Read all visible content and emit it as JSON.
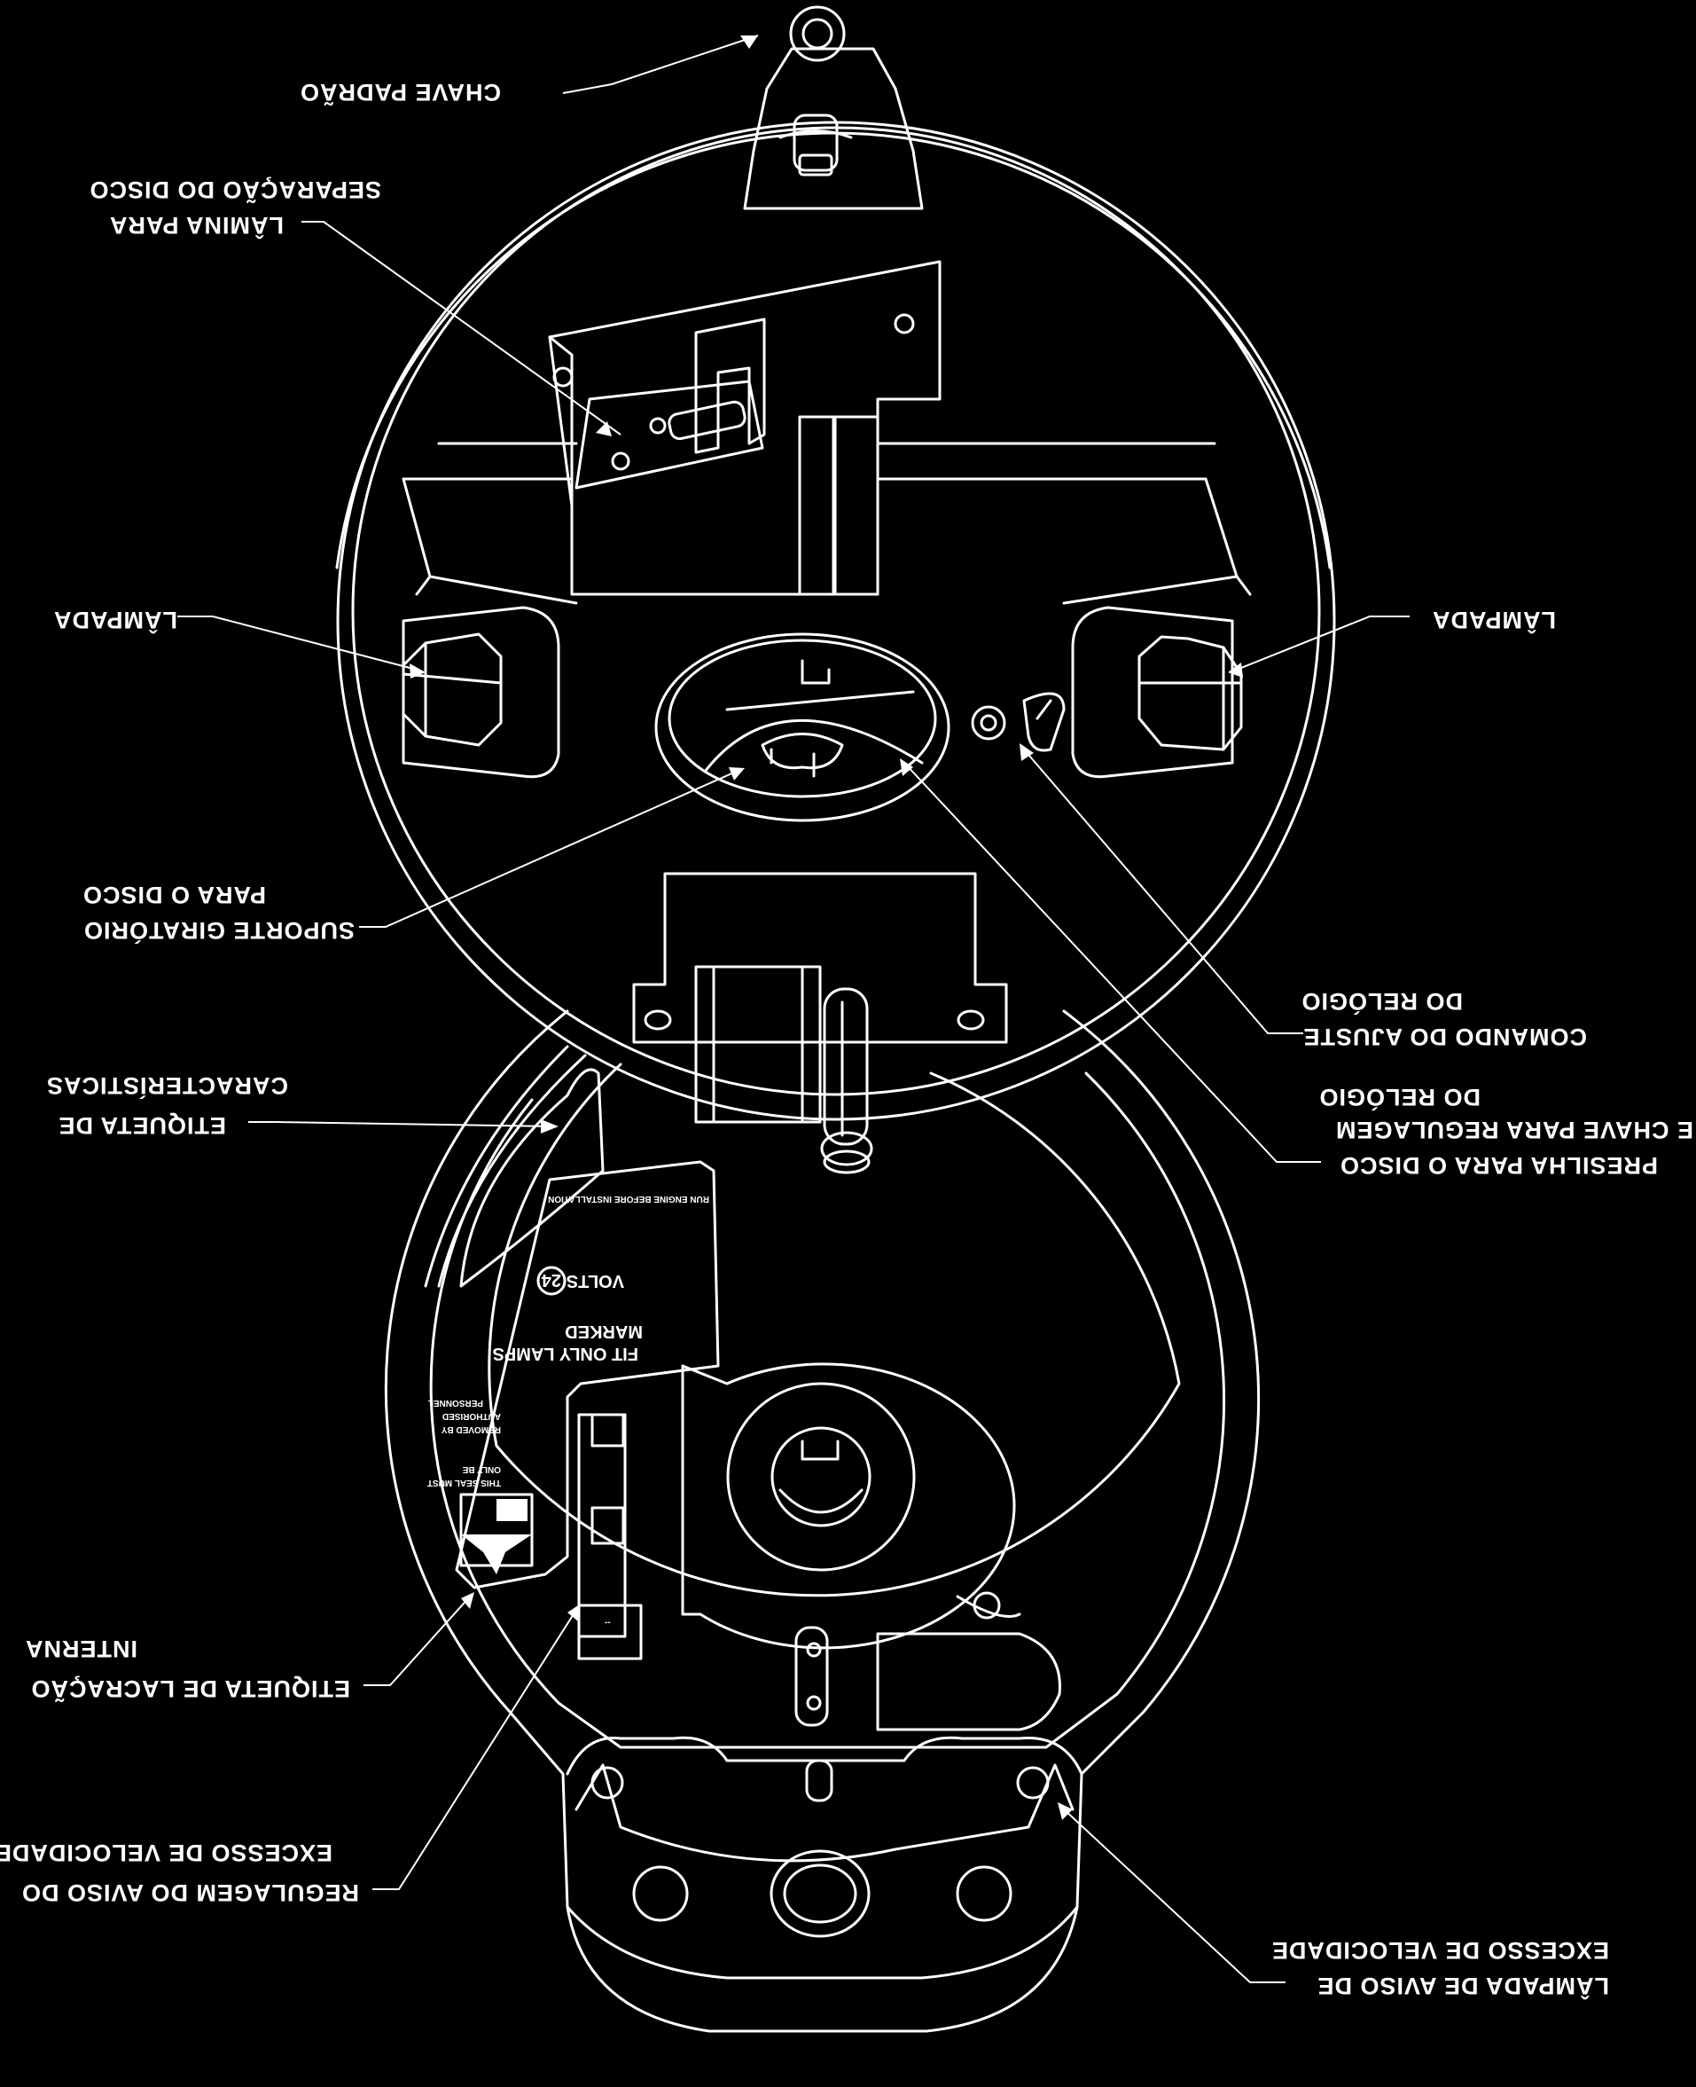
{
  "labels": {
    "chave_padrao": "CHAVE PADRÃO",
    "lamina_1": "LÂMINA PARA",
    "lamina_2": "SEPARAÇÃO DO DISCO",
    "lampada_left": "LÂMPADA",
    "lampada_right": "LÂMPADA",
    "suporte_1": "SUPORTE GIRATÓRIO",
    "suporte_2": "PARA O DISCO",
    "comando_1": "COMANDO DO AJUSTE",
    "comando_2": "DO RELÓGIO",
    "presilha_1": "PRESILHA PARA O DISCO",
    "presilha_2": "E CHAVE PARA REGULAGEM",
    "presilha_3": "DO RELÓGIO",
    "etiqueta_carac_1": "ETIQUETA DE",
    "etiqueta_carac_2": "CARACTERÍSTICAS",
    "etiqueta_lacracao_1": "ETIQUETA DE LACRAÇÃO",
    "etiqueta_lacracao_2": "INTERNA",
    "regulagem_1": "REGULAGEM DO AVISO DO",
    "regulagem_2": "EXCESSO DE VELOCIDADE",
    "lampada_aviso_1": "LÂMPADA DE AVISO DE",
    "lampada_aviso_2": "EXCESSO DE VELOCIDADE"
  },
  "plate": {
    "line1": "FIT ONLY LAMPS",
    "line2": "MARKED",
    "badge": "24",
    "volts": "VOLTS",
    "small": "RUN ENGINE BEFORE INSTALLATION"
  },
  "seal": {
    "line1": "THIS SEAL MUST",
    "line2": "ONLY BE",
    "line3": "REMOVED BY",
    "line4": "AUTHORISED",
    "line5": "PERSONNEL"
  }
}
